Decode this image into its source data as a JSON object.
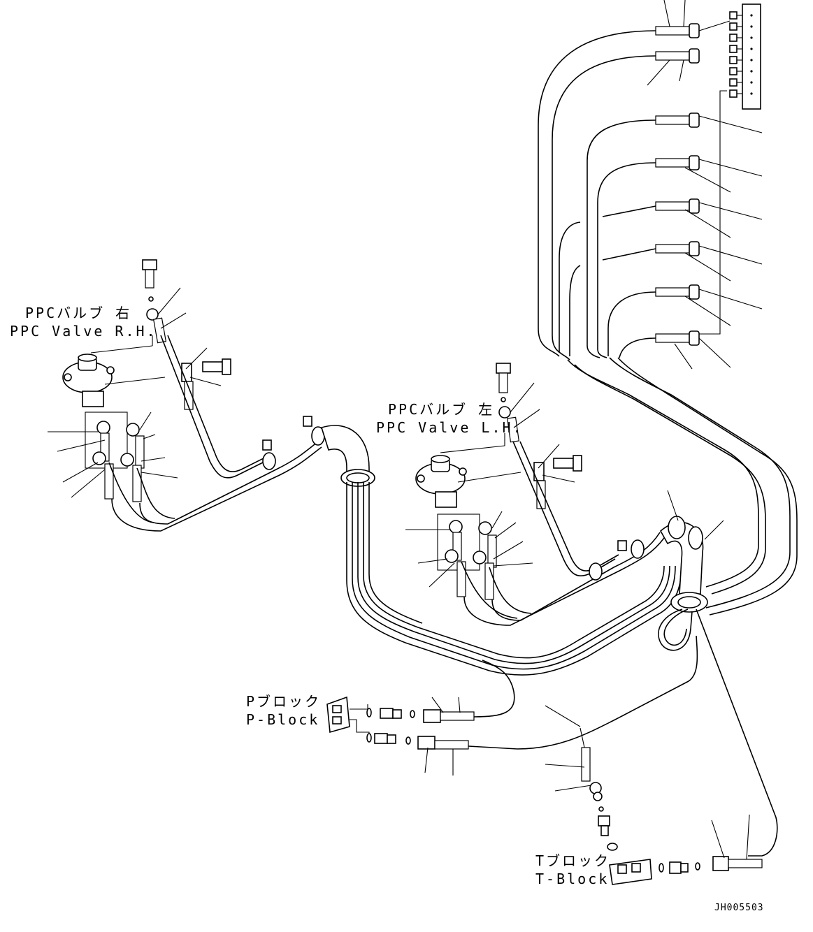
{
  "labels": {
    "ppc_rh_jp": "PPCバルブ 右",
    "ppc_rh_en": "PPC Valve R.H.",
    "ppc_lh_jp": "PPCバルブ 左",
    "ppc_lh_en": "PPC Valve L.H.",
    "p_block_jp": "Pブロック",
    "p_block_en": "P-Block",
    "t_block_jp": "Tブロック",
    "t_block_en": "T-Block",
    "drawing_no": "JH005503"
  }
}
